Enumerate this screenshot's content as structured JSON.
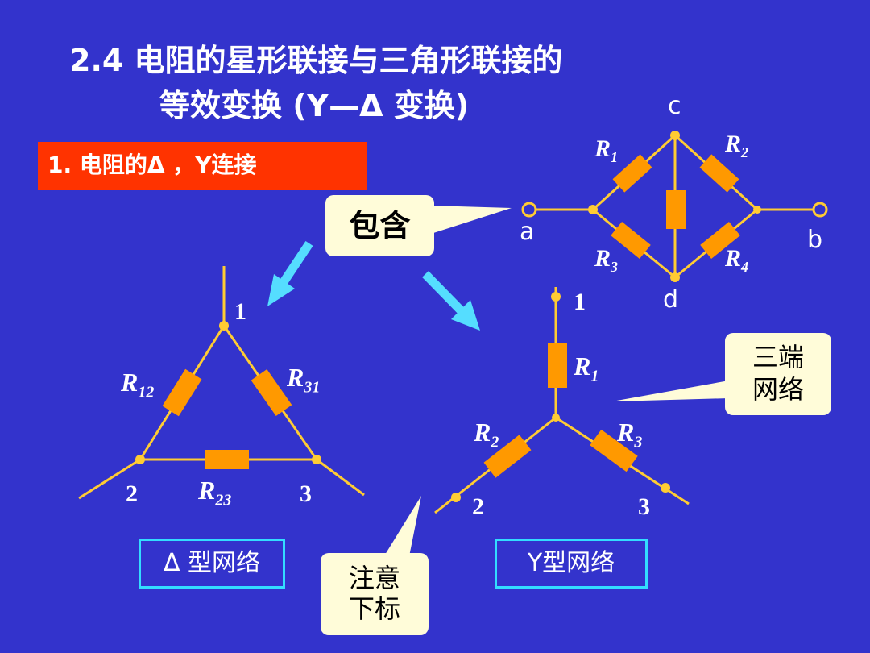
{
  "title": {
    "line1": "2.4 电阻的星形联接与三角形联接的",
    "line2": "等效变换 (Y—Δ 变换)"
  },
  "section_label": "1. 电阻的Δ ，Y连接",
  "bubbles": {
    "contain": "包含",
    "three_terminal": [
      "三端",
      "网络"
    ],
    "note_subscript": [
      "注意",
      "下标"
    ]
  },
  "bridge": {
    "terminals": {
      "a": "a",
      "b": "b",
      "c": "c",
      "d": "d"
    },
    "resistors": [
      {
        "name": "R",
        "sub": "1"
      },
      {
        "name": "R",
        "sub": "2"
      },
      {
        "name": "R",
        "sub": "3"
      },
      {
        "name": "R",
        "sub": "4"
      }
    ]
  },
  "delta": {
    "nodes": [
      "1",
      "2",
      "3"
    ],
    "resistors": [
      {
        "name": "R",
        "sub": "12"
      },
      {
        "name": "R",
        "sub": "31"
      },
      {
        "name": "R",
        "sub": "23"
      }
    ],
    "caption": "Δ 型网络"
  },
  "star": {
    "nodes": [
      "1",
      "2",
      "3"
    ],
    "resistors": [
      {
        "name": "R",
        "sub": "1"
      },
      {
        "name": "R",
        "sub": "2"
      },
      {
        "name": "R",
        "sub": "3"
      }
    ],
    "caption": "Y型网络"
  },
  "colors": {
    "background": "#3333cc",
    "wire": "#ffcc33",
    "resistor": "#ff9900",
    "arrow": "#55ddff",
    "bubble": "#fffcd9",
    "label_box": "#ff3300",
    "caption_border": "#33ddff"
  }
}
